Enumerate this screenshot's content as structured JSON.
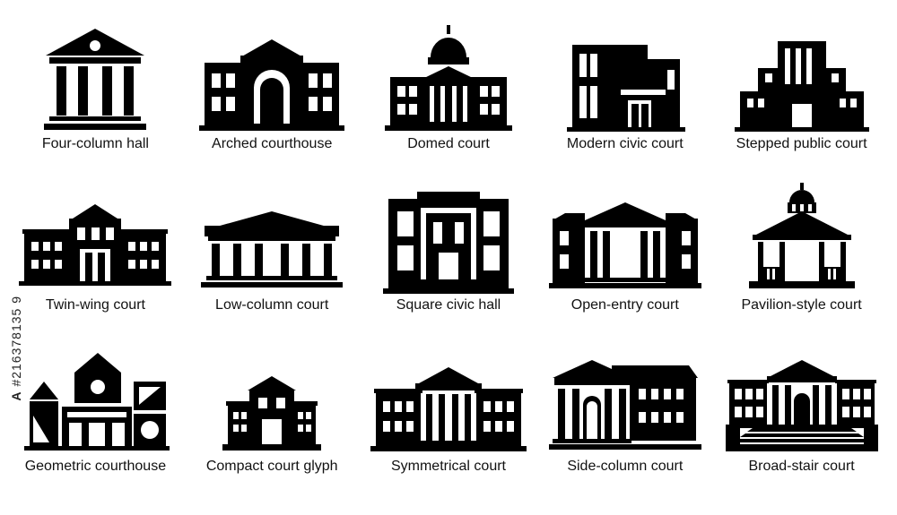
{
  "stock_id": {
    "logo_text": "A",
    "number": "#216378135 9"
  },
  "icons": [
    {
      "label": "Four-column hall",
      "icon": "four-column-hall-icon"
    },
    {
      "label": "Arched courthouse",
      "icon": "arched-courthouse-icon"
    },
    {
      "label": "Domed court",
      "icon": "domed-court-icon"
    },
    {
      "label": "Modern civic court",
      "icon": "modern-civic-court-icon"
    },
    {
      "label": "Stepped public court",
      "icon": "stepped-public-court-icon"
    },
    {
      "label": "Twin-wing court",
      "icon": "twin-wing-court-icon"
    },
    {
      "label": "Low-column court",
      "icon": "low-column-court-icon"
    },
    {
      "label": "Square civic hall",
      "icon": "square-civic-hall-icon"
    },
    {
      "label": "Open-entry court",
      "icon": "open-entry-court-icon"
    },
    {
      "label": "Pavilion-style court",
      "icon": "pavilion-style-court-icon"
    },
    {
      "label": "Geometric courthouse",
      "icon": "geometric-courthouse-icon"
    },
    {
      "label": "Compact court glyph",
      "icon": "compact-court-glyph-icon"
    },
    {
      "label": "Symmetrical court",
      "icon": "symmetrical-court-icon"
    },
    {
      "label": "Side-column court",
      "icon": "side-column-court-icon"
    },
    {
      "label": "Broad-stair court",
      "icon": "broad-stair-court-icon"
    }
  ],
  "colors": {
    "icon_fill": "#000000",
    "background": "#ffffff"
  }
}
